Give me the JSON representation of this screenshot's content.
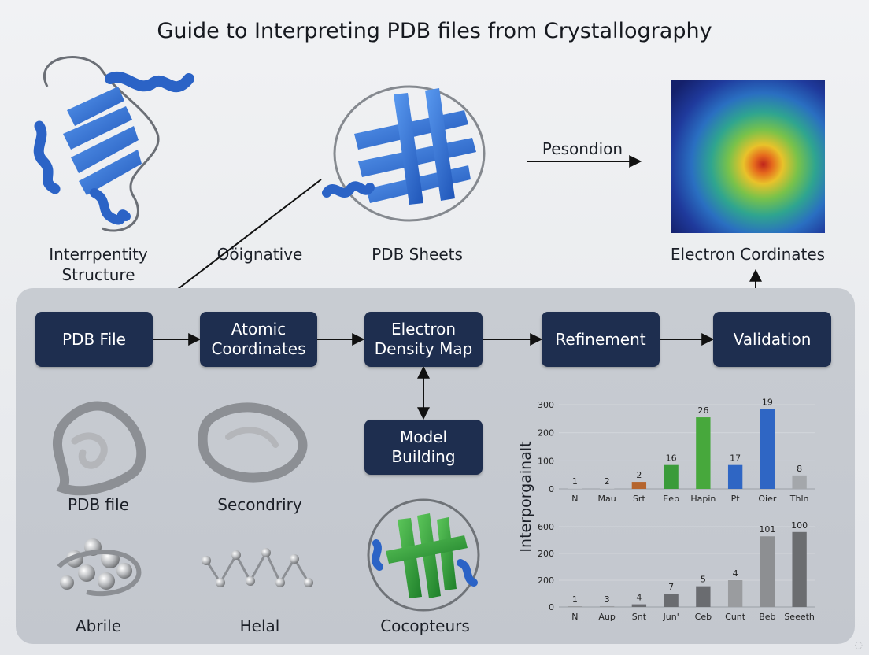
{
  "title": "Guide to Interpreting PDB files from Crystallography",
  "top_labels": {
    "structure_1": "Interrpentity",
    "structure_2": "Structure",
    "origin": "Oöignative",
    "sheets": "PDB Sheets",
    "density_label": "Electron Cordinates",
    "arrow_label": "Pesondion"
  },
  "flow": {
    "pdb_file": "PDB File",
    "atomic_1": "Atomic",
    "atomic_2": "Coordinates",
    "density_1": "Electron",
    "density_2": "Density Map",
    "refinement": "Refinement",
    "validation": "Validation",
    "model_1": "Model",
    "model_2": "Building"
  },
  "bottom_labels": {
    "pdb_file": "PDB file",
    "secondary": "Secondriry",
    "abrile": "Abrile",
    "helal": "Helal",
    "cocopteurs": "Cocopteurs"
  },
  "colors": {
    "node": "#1e2e4f",
    "ribbon_blue": "#2e6fd0",
    "ribbon_green": "#34a53a"
  },
  "chart_data": [
    {
      "type": "bar",
      "ylabel": "Interporgainalt",
      "categories": [
        "N",
        "Mau",
        "Srt",
        "Eeb",
        "Hapin",
        "Pt",
        "Oier",
        "Thln"
      ],
      "values": [
        2,
        3,
        25,
        85,
        255,
        85,
        285,
        48
      ],
      "data_labels": [
        "1",
        "2",
        "2",
        "16",
        "26",
        "17",
        "19",
        "8"
      ],
      "colors": [
        "#bfc3c9",
        "#bfc3c9",
        "#b5652e",
        "#3a9b3a",
        "#47a83c",
        "#2f66c4",
        "#2f66c4",
        "#a4a7ab"
      ],
      "yticks": [
        "0",
        "100",
        "200",
        "300"
      ],
      "ylim": [
        0,
        300
      ]
    },
    {
      "type": "bar",
      "categories": [
        "N",
        "Aup",
        "Snt",
        "Jun'",
        "Ceb",
        "Cunt",
        "Beb",
        "Seeeth"
      ],
      "values": [
        4,
        6,
        20,
        100,
        155,
        200,
        528,
        560
      ],
      "data_labels": [
        "1",
        "3",
        "4",
        "7",
        "5",
        "4",
        "101",
        "100"
      ],
      "colors": [
        "#9b9da0",
        "#9b9da0",
        "#6a6c70",
        "#6a6c70",
        "#6a6c70",
        "#9a9c9f",
        "#8d8f92",
        "#6b6d70"
      ],
      "yticks": [
        "0",
        "200",
        "400",
        "600"
      ],
      "ytick_labels_shown": [
        "0",
        "200",
        "200",
        "600"
      ],
      "ylim": [
        0,
        600
      ]
    }
  ]
}
